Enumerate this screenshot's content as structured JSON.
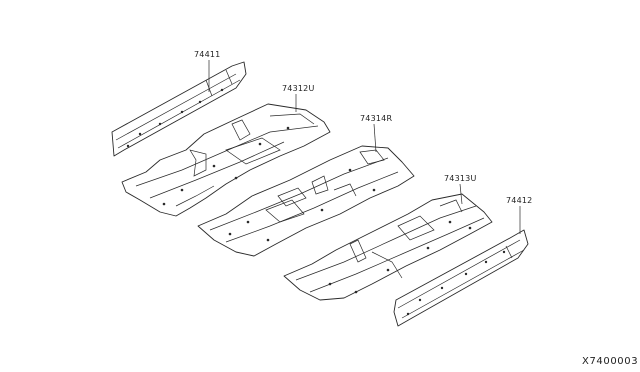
{
  "parts": [
    {
      "id": "74411",
      "label": "74411"
    },
    {
      "id": "74312U",
      "label": "74312U"
    },
    {
      "id": "74314R",
      "label": "74314R"
    },
    {
      "id": "74313U",
      "label": "74313U"
    },
    {
      "id": "74412",
      "label": "74412"
    }
  ],
  "diagram_code": "X7400003"
}
